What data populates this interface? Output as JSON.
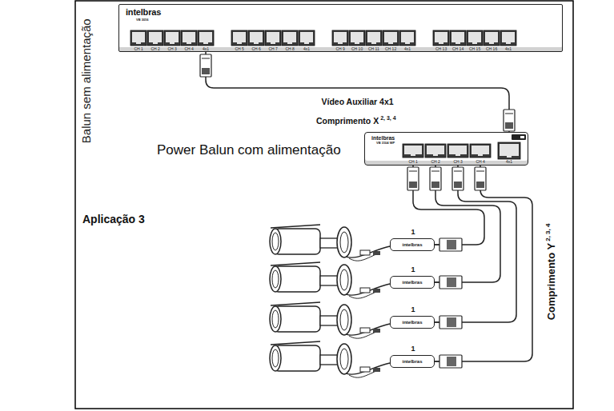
{
  "diagram": {
    "nodes": [
      {
        "text": [
          "Balun sem alimentação",
          "intelbras",
          "VB 3016"
        ]
      },
      {
        "text": [
          "Power Balun com alimentação",
          "intelbras",
          "VB 3104 WP"
        ]
      },
      {
        "text": [
          "1",
          "intelbras"
        ]
      },
      {
        "text": [
          "1",
          "intelbras"
        ]
      },
      {
        "text": [
          "1",
          "intelbras"
        ]
      },
      {
        "text": [
          "1",
          "intelbras"
        ]
      }
    ],
    "edges": [
      {
        "from": 0,
        "to": 1,
        "arrow": "none",
        "label": "Vídeo Auxiliar 4x1"
      },
      {
        "from": 1,
        "to": 2,
        "arrow": "none"
      },
      {
        "from": 1,
        "to": 3,
        "arrow": "none"
      },
      {
        "from": 1,
        "to": 4,
        "arrow": "none"
      },
      {
        "from": 1,
        "to": 5,
        "arrow": "none"
      }
    ],
    "labels": [
      "CH 1",
      "CH 2",
      "CH 3",
      "CH 4",
      "4x1",
      "CH 5",
      "CH 6",
      "CH 7",
      "CH 8",
      "4x1",
      "CH 9",
      "CH 10",
      "CH 11",
      "CH 12",
      "4x1",
      "CH 13",
      "CH 14",
      "CH 15",
      "CH 16",
      "4x1",
      "CH 1",
      "CH 2",
      "CH 3",
      "CH 4",
      "4x1",
      "Comprimento X",
      "2, 3, 4",
      "Aplicação 3",
      "Comprimento Y",
      "2, 3, 4"
    ]
  }
}
